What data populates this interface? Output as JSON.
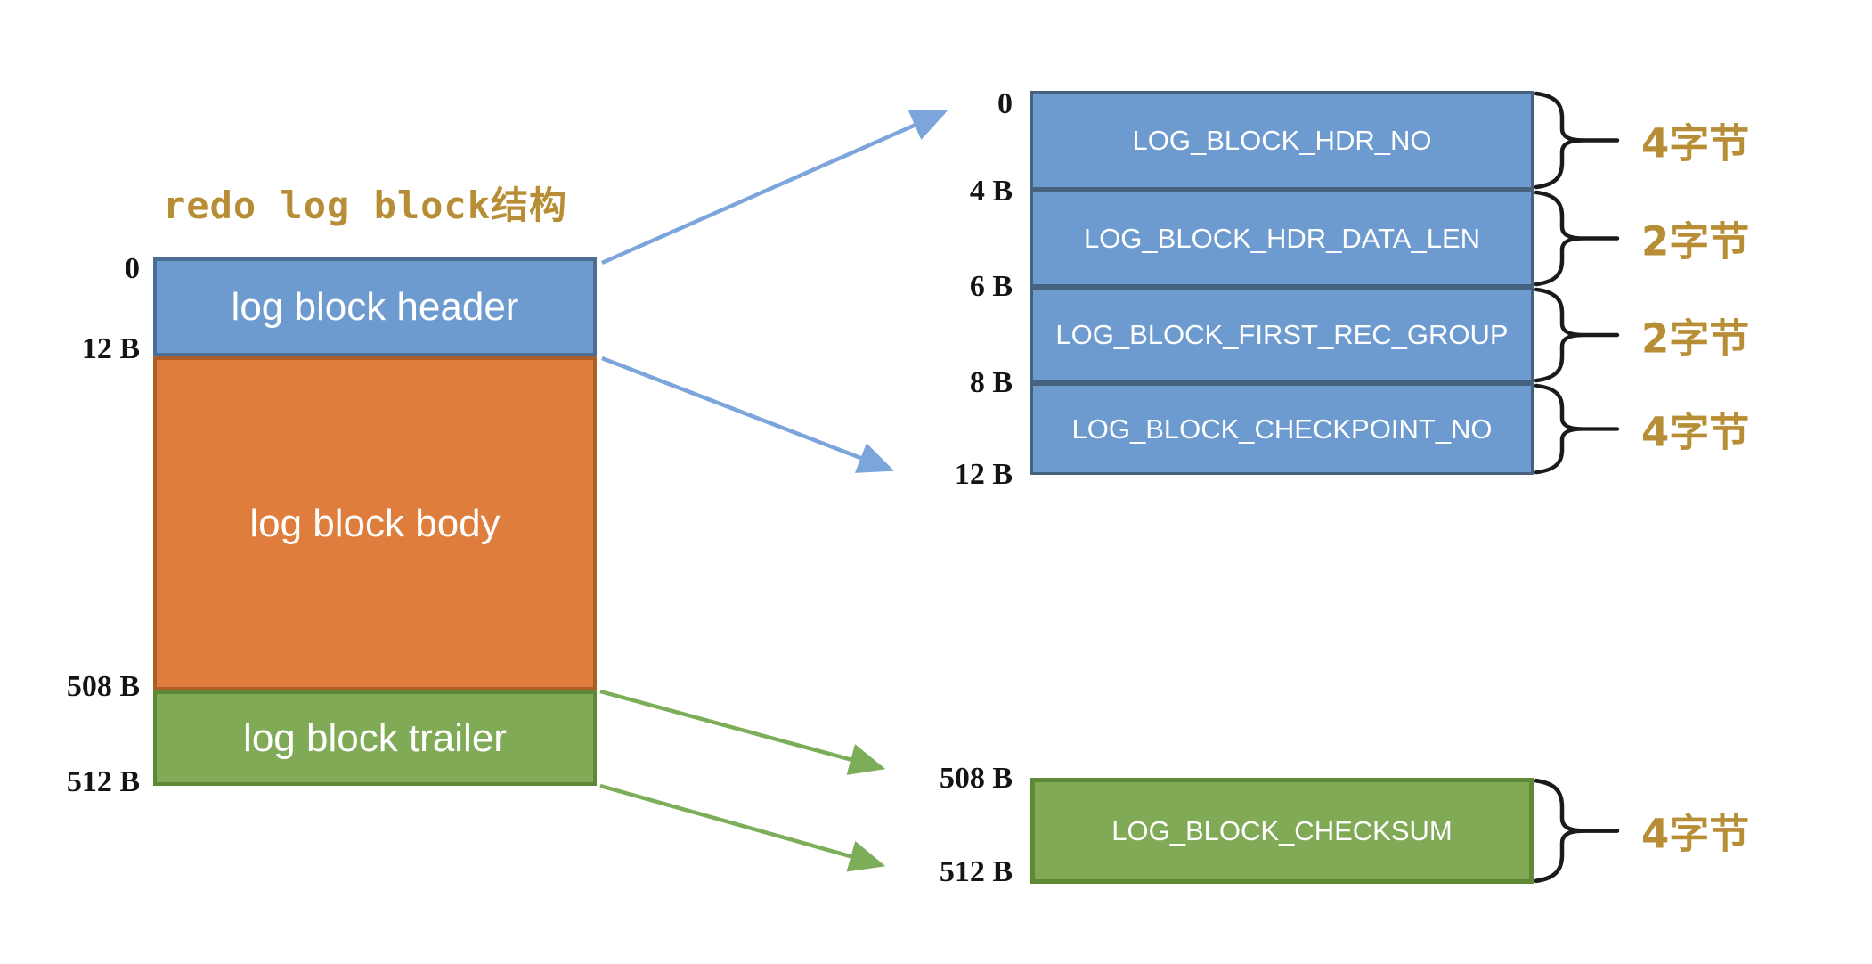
{
  "title": "redo log block结构",
  "colors": {
    "gold": "#B78E35",
    "blue_fill": "#6D9BD0",
    "blue_border": "#4C6E96",
    "blue_divider": "#46627F",
    "orange_fill": "#DE7D3C",
    "orange_border": "#AE5D26",
    "green_fill": "#81AA57",
    "green_border": "#5F8937",
    "arrow_blue": "#7CA5DB",
    "arrow_green": "#7CAE59",
    "mark_black": "#141414",
    "brace_black": "#1A1A1A",
    "box_text": "#FFFFFF",
    "background": "#FFFFFF"
  },
  "left_block": {
    "byte_marks": [
      "0",
      "12 B",
      "508 B",
      "512 B"
    ],
    "segments": [
      {
        "label": "log block header"
      },
      {
        "label": "log block body"
      },
      {
        "label": "log block trailer"
      }
    ]
  },
  "header_detail": {
    "byte_marks": [
      "0",
      "4 B",
      "6 B",
      "8 B",
      "12 B"
    ],
    "rows": [
      {
        "field": "LOG_BLOCK_HDR_NO",
        "size": "4字节"
      },
      {
        "field": "LOG_BLOCK_HDR_DATA_LEN",
        "size": "2字节"
      },
      {
        "field": "LOG_BLOCK_FIRST_REC_GROUP",
        "size": "2字节"
      },
      {
        "field": "LOG_BLOCK_CHECKPOINT_NO",
        "size": "4字节"
      }
    ]
  },
  "trailer_detail": {
    "byte_marks": [
      "508 B",
      "512 B"
    ],
    "rows": [
      {
        "field": "LOG_BLOCK_CHECKSUM",
        "size": "4字节"
      }
    ]
  }
}
